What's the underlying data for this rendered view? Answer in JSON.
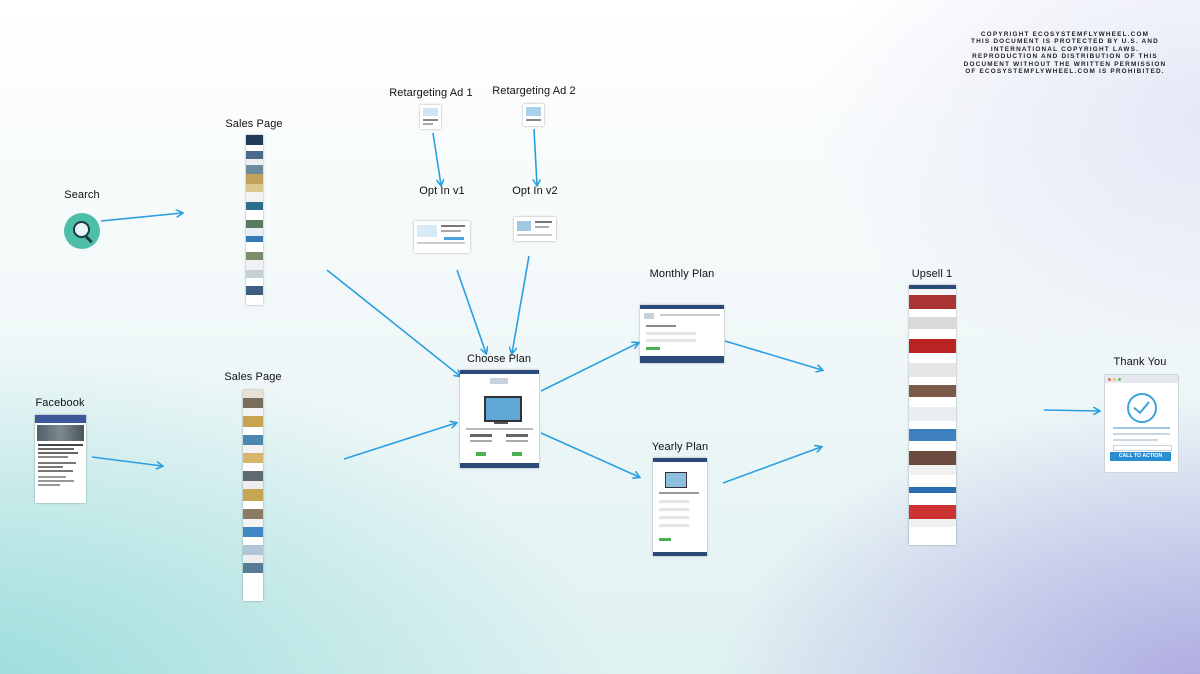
{
  "copyright_lines": [
    "COPYRIGHT ECOSYSTEMFLYWHEEL.COM",
    "THIS DOCUMENT IS PROTECTED BY U.S. AND",
    "INTERNATIONAL COPYRIGHT LAWS.",
    "REPRODUCTION AND DISTRIBUTION OF THIS",
    "DOCUMENT WITHOUT THE WRITTEN PERMISSION",
    "OF ECOSYSTEMFLYWHEEL.COM IS PROHIBITED."
  ],
  "nodes": {
    "search": "Search",
    "facebook": "Facebook",
    "sales_page_top": "Sales Page",
    "sales_page_bottom": "Sales Page",
    "retargeting_ad_1": "Retargeting Ad 1",
    "retargeting_ad_2": "Retargeting Ad 2",
    "opt_in_v1": "Opt In v1",
    "opt_in_v2": "Opt In v2",
    "choose_plan": "Choose Plan",
    "monthly_plan": "Monthly Plan",
    "yearly_plan": "Yearly Plan",
    "upsell_1": "Upsell 1",
    "thank_you": "Thank You"
  },
  "thank_you_card": {
    "cta_label": "CALL TO ACTION"
  },
  "colors": {
    "arrow": "#2a9fe0",
    "search_icon_bg": "#4dbfa9",
    "cta_button": "#2a8ed3"
  }
}
